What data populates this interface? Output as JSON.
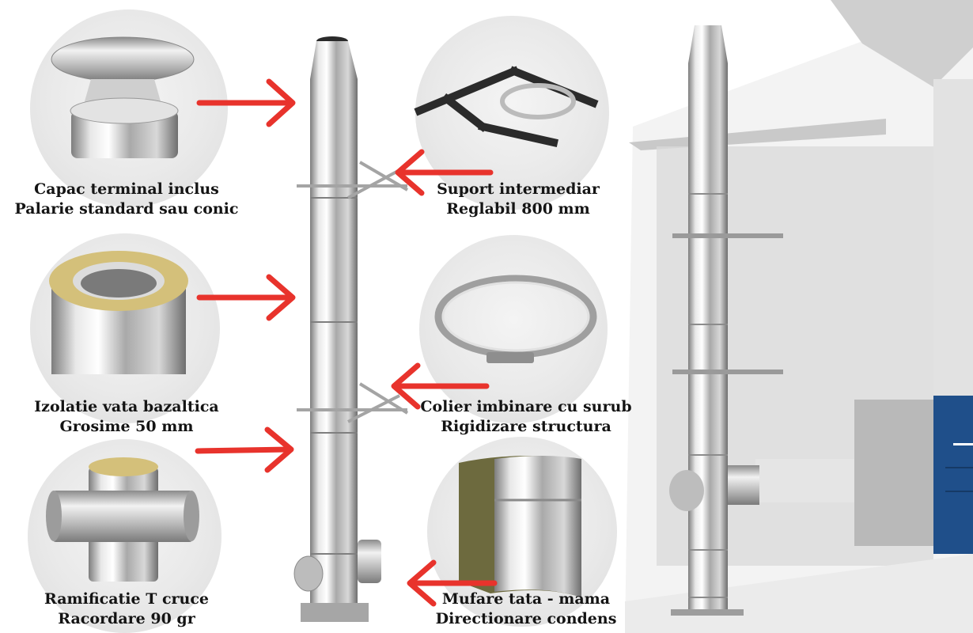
{
  "features": [
    {
      "id": "cap",
      "line1": "Capac terminal inclus",
      "line2": "Palarie standard sau conic"
    },
    {
      "id": "support",
      "line1": "Suport intermediar",
      "line2": "Reglabil 800 mm"
    },
    {
      "id": "insulation",
      "line1": "Izolatie vata bazaltica",
      "line2": "Grosime 50 mm"
    },
    {
      "id": "clamp",
      "line1": "Colier imbinare cu surub",
      "line2": "Rigidizare structura"
    },
    {
      "id": "tee",
      "line1": "Ramificatie T cruce",
      "line2": "Racordare 90 gr"
    },
    {
      "id": "socket",
      "line1": "Mufare tata - mama",
      "line2": "Directionare condens"
    }
  ],
  "colors": {
    "arrow": "#e8332c",
    "steel": "#c9c9c9",
    "wool": "#d4c07a",
    "bracket": "#2b2b2b",
    "boiler": "#1f4f8a"
  }
}
